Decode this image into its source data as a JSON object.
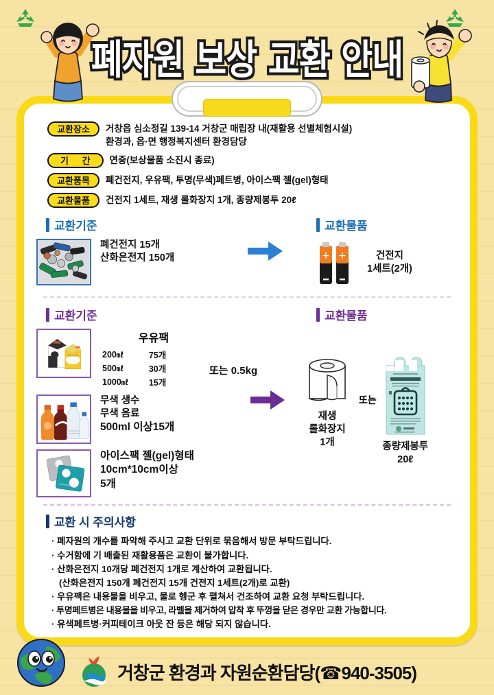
{
  "poster": {
    "title": "폐자원 보상 교환 안내",
    "accent_yellow": "#fada17",
    "bg_cream": "#f7e3a4",
    "blue": "#1d6eb8",
    "purple": "#6f3196",
    "navy": "#13386e"
  },
  "info": {
    "rows": [
      {
        "label": "교환장소",
        "value": "거창읍 심소정길 139-14 거창군 매립장 내(재활용 선별체험시설)\n환경과, 읍·면 행정복지센터 환경담당"
      },
      {
        "label": "기    간",
        "value": "연중(보상물품 소진시 종료)"
      },
      {
        "label": "교환품목",
        "value": "폐건전지, 우유팩, 투명(무색)페트병, 아이스팩 젤(gel)형태"
      },
      {
        "label": "교환물품",
        "value": "건전지 1세트, 재생 롤화장지 1개, 종량제봉투 20ℓ"
      }
    ]
  },
  "section1": {
    "criteria_heading": "교환기준",
    "reward_heading": "교환물품",
    "criteria_line1": "폐건전지    15개",
    "criteria_line2": "산화은전지 150개",
    "thumb_name": "used-batteries-photo",
    "reward_name": "건전지",
    "reward_qty": "1세트(2개)",
    "arrow_icon": "arrow-right-blue"
  },
  "section2": {
    "criteria_heading": "교환기준",
    "reward_heading": "교환물품",
    "milk": {
      "title": "우유팩",
      "rows": [
        {
          "size": "200",
          "unit": "㎖",
          "qty": "75개"
        },
        {
          "size": "500",
          "unit": "㎖",
          "qty": "30개"
        },
        {
          "size": "1000",
          "unit": "㎖",
          "qty": "15개"
        }
      ],
      "or_weight": "또는 0.5kg",
      "thumb_name": "milk-carton-photo"
    },
    "bottles": {
      "line1": "무색 생수",
      "line2": "무색 음료",
      "line3": "500ml 이상15개",
      "thumb_name": "pet-bottles-photo"
    },
    "icepack": {
      "line1": "아이스팩 젤(gel)형태",
      "line2": "10cm*10cm이상",
      "line3": "5개",
      "thumb_name": "ice-pack-photo"
    },
    "arrow_icon": "arrow-right-purple",
    "reward1_line1": "재생",
    "reward1_line2": "롤화장지",
    "reward1_line3": "1개",
    "or_text": "또는",
    "reward2_line1": "종량제봉투",
    "reward2_line2": "20ℓ"
  },
  "notes": {
    "heading": "교환 시 주의사항",
    "items": [
      "· 폐자원의 개수를 파악해 주시고 교환 단위로 묶음해서 방문 부탁드립니다.",
      "· 수거함에 기 배출된 재활용품은 교환이 불가합니다.",
      "· 산화은전지 10개당 폐건전지 1개로 계산하여 교환됩니다.",
      "(산화은전지 150개 폐건전지 15개 건전지 1세트(2개)로 교환)",
      "· 우유팩은 내용물을 비우고, 물로 헹군 후 펼쳐서 건조하여 교환 요청 부탁드립니다.",
      "· 투명페트병은 내용물을 비우고, 라벨을 제거하여 압착 후 뚜껑을 닫은 경우만 교환 가능합니다.",
      "· 유색페트병·커피테이크 아웃 잔 등은 해당 되지 않습니다."
    ]
  },
  "footer": {
    "text": "거창군 환경과 자원순환담당(☎940-3505)",
    "logo_name": "geochang-county-logo",
    "mascot_name": "earth-mascot"
  }
}
